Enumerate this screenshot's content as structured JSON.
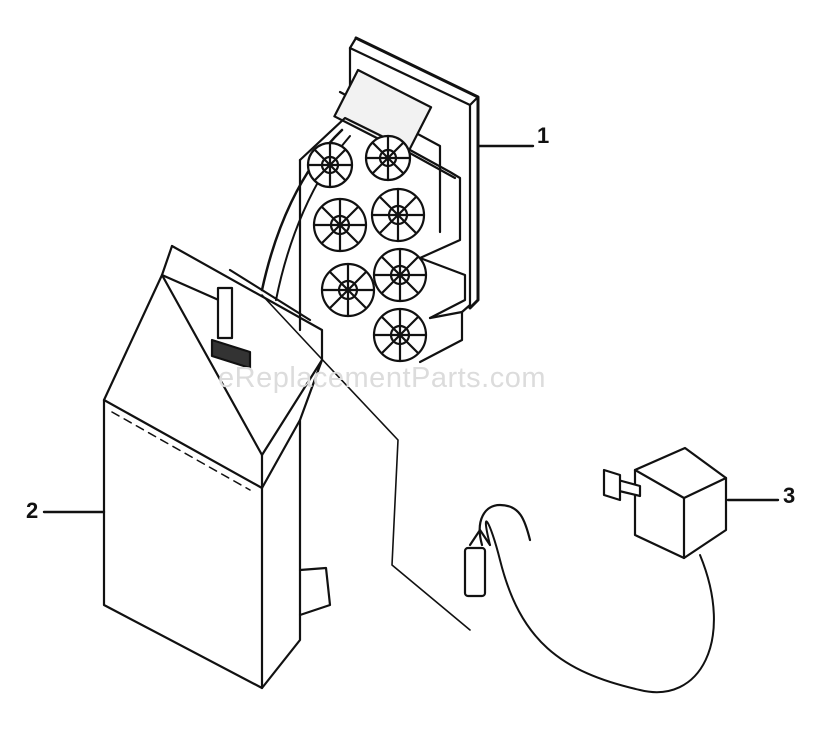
{
  "watermark": "eReplacementParts.com",
  "callouts": [
    {
      "number": "1",
      "part": "battery-holder-cartridge"
    },
    {
      "number": "2",
      "part": "unit-housing"
    },
    {
      "number": "3",
      "part": "ac-adapter"
    }
  ],
  "colors": {
    "ink": "#111111",
    "background": "#ffffff",
    "watermark": "#dcdcdc"
  }
}
